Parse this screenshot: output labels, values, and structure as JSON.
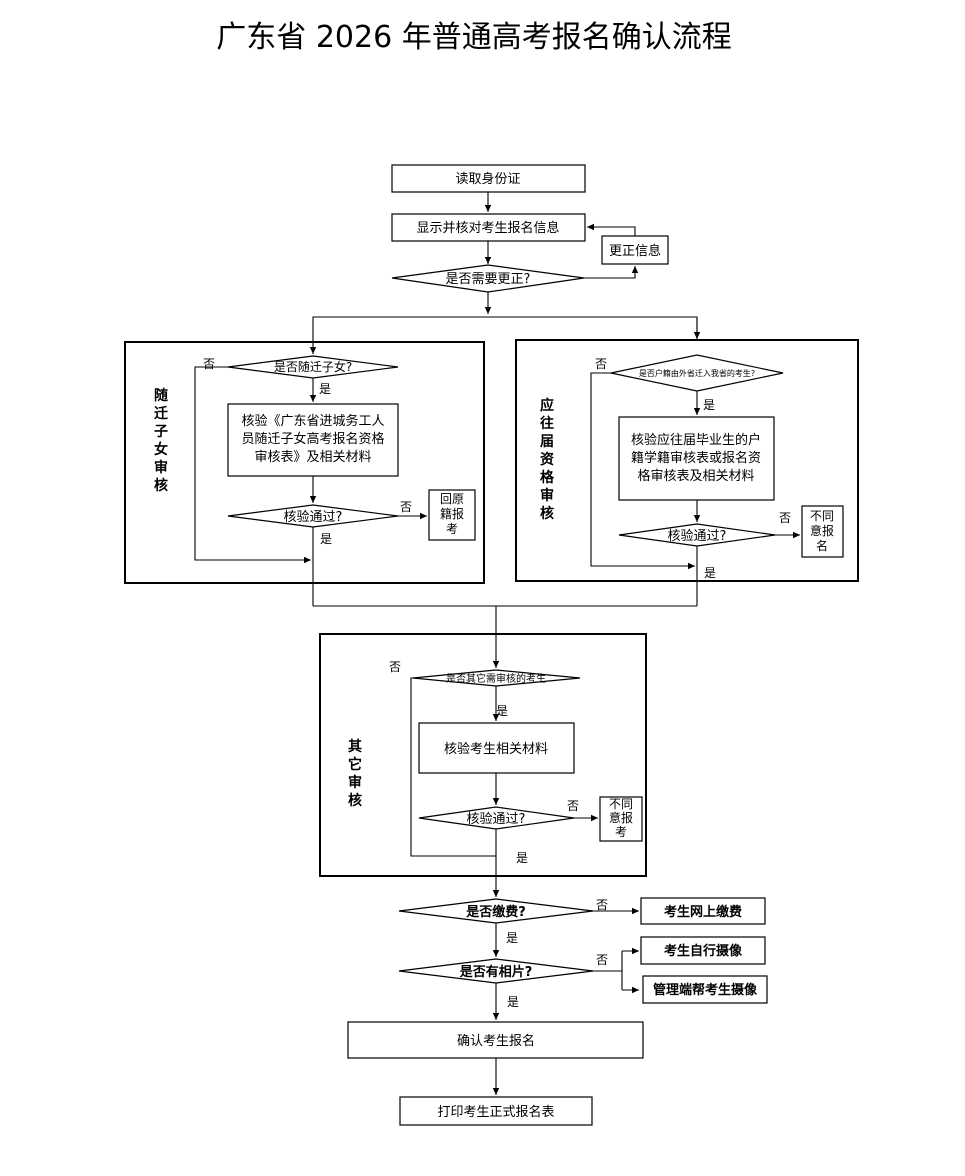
{
  "title": "广东省 2026 年普通高考报名确认流程",
  "nodes": {
    "read_id": "读取身份证",
    "show_info": "显示并核对考生报名信息",
    "correct_info": "更正信息",
    "need_correct": "是否需要更正?",
    "confirm": "确认考生报名",
    "print_form": "打印考生正式报名表"
  },
  "sections": {
    "migrant": {
      "label": "随迁子女审核",
      "question": "是否随迁子女?",
      "review_lines": [
        "核验《广东省进城务工人",
        "员随迁子女高考报名资格",
        "审核表》及相关材料"
      ],
      "pass_question": "核验通过?",
      "reject_lines": [
        "回原",
        "籍报",
        "考"
      ]
    },
    "graduate": {
      "label": "应往届资格审核",
      "question": "是否户籍由外省迁入我省的考生?",
      "review_lines": [
        "核验应往届毕业生的户",
        "籍学籍审核表或报名资",
        "格审核表及相关材料"
      ],
      "pass_question": "核验通过?",
      "reject_lines": [
        "不同",
        "意报",
        "名"
      ]
    },
    "other": {
      "label": "其它审核",
      "question": "是否其它需审核的考生",
      "review": "核验考生相关材料",
      "pass_question": "核验通过?",
      "reject_lines": [
        "不同",
        "意报",
        "考"
      ]
    }
  },
  "payment": {
    "question": "是否缴费?",
    "action": "考生网上缴费"
  },
  "photo": {
    "question": "是否有相片?",
    "action_self": "考生自行摄像",
    "action_admin": "管理端帮考生摄像"
  },
  "branch_labels": {
    "yes": "是",
    "no": "否"
  }
}
